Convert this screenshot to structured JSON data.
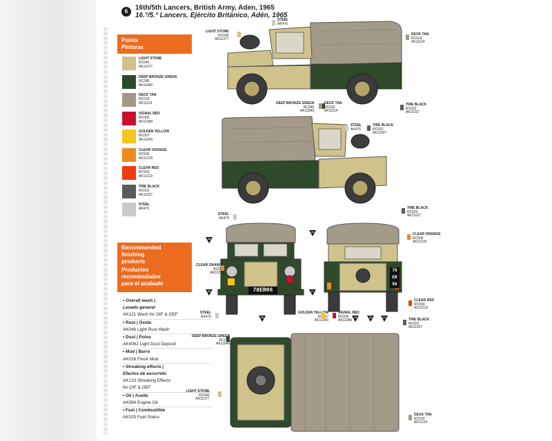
{
  "header": {
    "step": "6",
    "title_en": "16th/5th Lancers, British Army, Aden, 1965",
    "title_es": "16.°/5.° Lancers, Ejército Británico, Adén, 1965"
  },
  "paints": {
    "header_en": "Paints",
    "header_es": "Pinturas",
    "items": [
      {
        "name": "LIGHT STONE",
        "code1": "RC040",
        "code2": "AK11377",
        "color": "#cfc28a"
      },
      {
        "name": "DEEP BRONZE GREEN",
        "code1": "RC286",
        "code2": "AK11840",
        "color": "#2f4a2a"
      },
      {
        "name": "DECK TAN",
        "code1": "RC019",
        "code2": "AK11114",
        "color": "#a19888"
      },
      {
        "name": "SIGNAL RED",
        "code1": "RC005",
        "code2": "AK11089",
        "color": "#c8102e"
      },
      {
        "name": "GOLDEN YELLOW",
        "code1": "RC007",
        "code2": "AK11043",
        "color": "#f6c41b"
      },
      {
        "name": "CLEAR ORANGE",
        "code1": "RC506",
        "code2": "AK11218",
        "color": "#ee8a1b"
      },
      {
        "name": "CLEAR RED",
        "code1": "RC503",
        "code2": "AK11213",
        "color": "#f03a12"
      },
      {
        "name": "TIRE BLACK",
        "code1": "RC022",
        "code2": "AK11027",
        "color": "#5b5b5b"
      },
      {
        "name": "STEEL",
        "code1": "AK476",
        "code2": "",
        "color": "#c9c9c9"
      }
    ]
  },
  "finishing": {
    "header_en1": "Recommended",
    "header_en2": "finishing",
    "header_en3": "products",
    "header_es1": "Productos",
    "header_es2": "recomendados",
    "header_es3": "para el acabado",
    "rows": [
      {
        "type": "b",
        "text": "• Overall wash |"
      },
      {
        "type": "i",
        "text": "Lavado general"
      },
      {
        "type": "n",
        "text": "AK121 Wash for OIF & OEF"
      },
      {
        "type": "b",
        "text": "• Rust | Óxido"
      },
      {
        "type": "n",
        "text": "AK046 Light Rust Wash"
      },
      {
        "type": "b",
        "text": "• Dust | Polvo"
      },
      {
        "type": "n",
        "text": "AK4062 Light Dust Deposit"
      },
      {
        "type": "b",
        "text": "• Mud | Barro"
      },
      {
        "type": "n",
        "text": "AK016 Fresh Mud"
      },
      {
        "type": "b",
        "text": "• Streaking effects |"
      },
      {
        "type": "i",
        "text": "Efectos de escurrido"
      },
      {
        "type": "n",
        "text": "AK123 Streaking Effects"
      },
      {
        "type": "n",
        "text": "for OIF & OEF"
      },
      {
        "type": "b",
        "text": "• Oil | Aceite"
      },
      {
        "type": "n",
        "text": "AK084 Engine Oil"
      },
      {
        "type": "b",
        "text": "• Fuel | Combustible"
      },
      {
        "type": "n",
        "text": "AK025 Fuel Stains"
      }
    ]
  },
  "callouts": {
    "steel_top": {
      "name": "STEEL",
      "c1": "AK476"
    },
    "light_stone_top": {
      "name": "LIGHT STONE",
      "c1": "RC040",
      "c2": "AK11377"
    },
    "deck_tan_top": {
      "name": "DECK TAN",
      "c1": "RC019",
      "c2": "AK11114"
    },
    "deep_bronze_mid": {
      "name": "DEEP BRONZE GREEN",
      "c1": "RC286",
      "c2": "AK11840"
    },
    "deck_tan_mid": {
      "name": "DECK TAN",
      "c1": "RC019",
      "c2": "AK11114"
    },
    "tire_black_top": {
      "name": "TIRE BLACK",
      "c1": "RC022",
      "c2": "AK11027"
    },
    "steel_mid": {
      "name": "STEEL",
      "c1": "AK476"
    },
    "tire_black_mid": {
      "name": "TIRE BLACK",
      "c1": "RC022",
      "c2": "AK11027"
    },
    "tire_black_lower": {
      "name": "TIRE BLACK",
      "c1": "RC022",
      "c2": "AK11027"
    },
    "steel_front_top": {
      "name": "STEEL",
      "c1": "AK476"
    },
    "clear_orange_left": {
      "name": "CLEAR ORANGE",
      "c1": "RC506",
      "c2": "AK11218"
    },
    "steel_front_bottom": {
      "name": "STEEL",
      "c1": "AK476"
    },
    "golden_yellow": {
      "name": "GOLDEN YELLOW",
      "c1": "RC007",
      "c2": "AK11043"
    },
    "signal_red": {
      "name": "SIGNAL RED",
      "c1": "RC005",
      "c2": "AK11089"
    },
    "clear_orange_right": {
      "name": "CLEAR ORANGE",
      "c1": "RC506",
      "c2": "AK11218"
    },
    "clear_red_right": {
      "name": "CLEAR RED",
      "c1": "RC503",
      "c2": "AK11213"
    },
    "tire_black_rear": {
      "name": "TIRE BLACK",
      "c1": "RC022",
      "c2": "AK11027"
    },
    "deep_bronze_top": {
      "name": "DEEP BRONZE GREEN",
      "c1": "RC286",
      "c2": "AK11840"
    },
    "light_stone_bottom": {
      "name": "LIGHT STONE",
      "c1": "RC040",
      "c2": "AK11377"
    },
    "deck_tan_bottom": {
      "name": "DECK TAN",
      "c1": "RC019",
      "c2": "AK11114"
    }
  },
  "markers": [
    "15",
    "22",
    "16",
    "17",
    "18",
    "19",
    "20",
    "21"
  ],
  "plates": {
    "front": "78ER06",
    "rear_top": "78",
    "rear_mid": "ER",
    "rear_bot": "06"
  }
}
